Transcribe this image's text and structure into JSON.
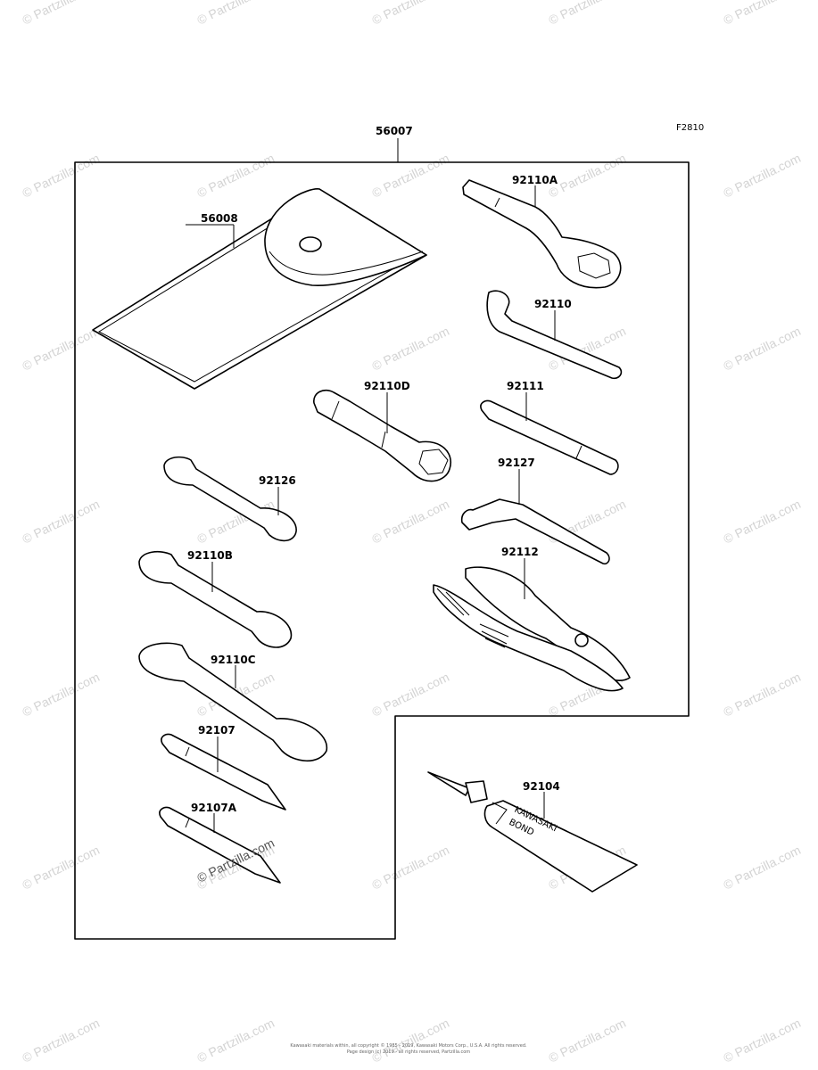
{
  "diagram_code": "F2810",
  "parts": {
    "kit": "56007",
    "case": "56008",
    "ring_spanner": "92110A",
    "hook_spanner": "92110",
    "plug_wrench": "92110D",
    "handle_bar": "92111",
    "hex_wrench": "92127",
    "pliers": "92112",
    "wrench_small": "92126",
    "wrench_medium": "92110B",
    "wrench_large": "92110C",
    "screwdriver_handle": "92107",
    "screwdriver_bit": "92107A",
    "bond": "92104"
  },
  "tube_text": [
    "KAWASAKI",
    "BOND"
  ],
  "watermark": {
    "text": "© Partzilla.com",
    "color": "#d4d4d4",
    "featured_text": "© Partzilla.com"
  },
  "footer": {
    "line1": "Kawasaki materials within, all copyright © 1985 - 2019, Kawasaki Motors Corp., U.S.A. All rights reserved.",
    "line2": "Page design (c) 2019 - all rights reserved, Partzilla.com"
  }
}
